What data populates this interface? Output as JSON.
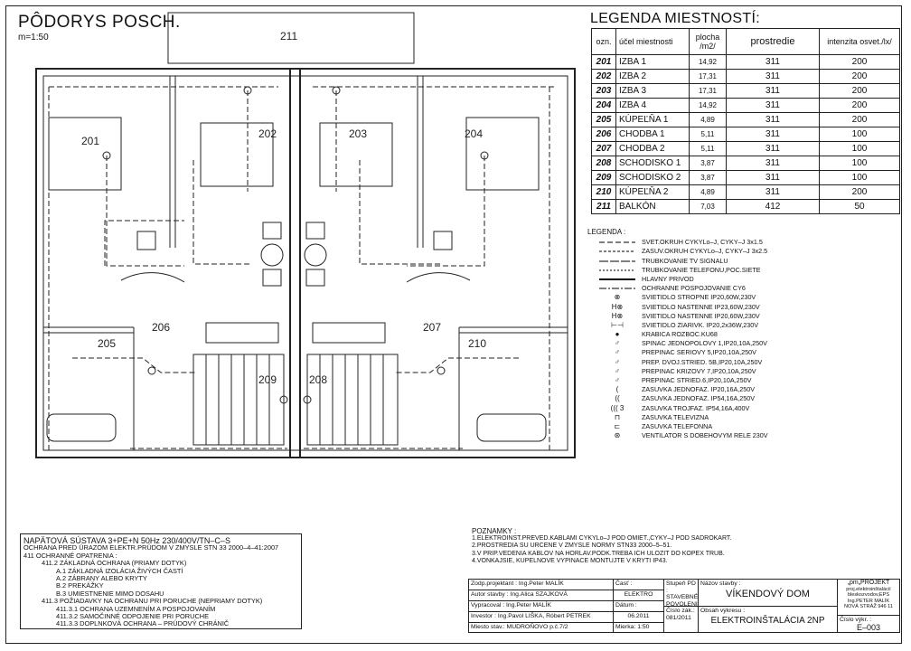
{
  "drawing": {
    "title": "PÔDORYS POSCH.",
    "scale": "m=1:50",
    "room_labels": [
      {
        "id": "211",
        "text": "211"
      },
      {
        "id": "201",
        "text": "201"
      },
      {
        "id": "202",
        "text": "202"
      },
      {
        "id": "203",
        "text": "203"
      },
      {
        "id": "204",
        "text": "204"
      },
      {
        "id": "205",
        "text": "205"
      },
      {
        "id": "206",
        "text": "206"
      },
      {
        "id": "207",
        "text": "207"
      },
      {
        "id": "208",
        "text": "208"
      },
      {
        "id": "209",
        "text": "209"
      },
      {
        "id": "210",
        "text": "210"
      }
    ]
  },
  "rooms_legend": {
    "title": "LEGENDA MIESTNOSTÍ:",
    "headers": [
      "ozn.",
      "účel miestnosti",
      "plocha /m2/",
      "prostredie",
      "intenzita osvet./lx/"
    ],
    "rows": [
      [
        "201",
        "IZBA 1",
        "14,92",
        "311",
        "200"
      ],
      [
        "202",
        "IZBA 2",
        "17,31",
        "311",
        "200"
      ],
      [
        "203",
        "IZBA 3",
        "17,31",
        "311",
        "200"
      ],
      [
        "204",
        "IZBA 4",
        "14,92",
        "311",
        "200"
      ],
      [
        "205",
        "KÚPEĽŇA 1",
        "4,89",
        "311",
        "200"
      ],
      [
        "206",
        "CHODBA 1",
        "5,11",
        "311",
        "100"
      ],
      [
        "207",
        "CHODBA 2",
        "5,11",
        "311",
        "100"
      ],
      [
        "208",
        "SCHODISKO 1",
        "3,87",
        "311",
        "100"
      ],
      [
        "209",
        "SCHODISKO 2",
        "3,87",
        "311",
        "100"
      ],
      [
        "210",
        "KÚPEĽŇA 2",
        "4,89",
        "311",
        "200"
      ],
      [
        "211",
        "BALKÓN",
        "7,03",
        "412",
        "50"
      ]
    ]
  },
  "symbol_legend": {
    "title": "LEGENDA :",
    "items": [
      {
        "sym": "line-dash",
        "text": "SVET.OKRUH CYKYLo–J, CYKY–J 3x1.5"
      },
      {
        "sym": "line-dash2",
        "text": "ZASUV.OKRUH CYKYLo–J, CYKY–J 3x2.5"
      },
      {
        "sym": "line-long",
        "text": "TRUBKOVANIE TV SIGNALU"
      },
      {
        "sym": "line-dot",
        "text": "TRUBKOVANIE TELEFONU,POC.SIETE"
      },
      {
        "sym": "line-solid",
        "text": "HLAVNY PRIVOD"
      },
      {
        "sym": "line-dashdot",
        "text": "OCHRANNE POSPOJOVANIE CY6"
      },
      {
        "sym": "⊗",
        "text": "SVIETIDLO STROPNE IP20,60W,230V"
      },
      {
        "sym": "H⊗",
        "text": "SVIETIDLO NASTENNE IP23,60W,230V"
      },
      {
        "sym": "H⊗",
        "text": "SVIETIDLO NASTENNE IP20,60W,230V"
      },
      {
        "sym": "⊢⊣",
        "text": "SVIETIDLO ZIARIVK. IP20,2x36W,230V"
      },
      {
        "sym": "●",
        "text": "KRABICA ROZBOC.KU68"
      },
      {
        "sym": "♂",
        "text": "SPINAC JEDNOPOLOVY 1,IP20,10A,250V"
      },
      {
        "sym": "♂",
        "text": "PREPINAC SERIOVY 5,IP20,10A,250V"
      },
      {
        "sym": "♂",
        "text": "PREP. DVOJ.STRIED. 5B,IP20,10A,250V"
      },
      {
        "sym": "♂",
        "text": "PREPINAC KRIZOVY 7,IP20,10A,250V"
      },
      {
        "sym": "♂",
        "text": "PREPINAC STRIED.6,IP20,10A,250V"
      },
      {
        "sym": "(",
        "text": "ZASUVKA JEDNOFAZ. IP20,16A,250V"
      },
      {
        "sym": "((",
        "text": "ZASUVKA JEDNOFAZ. IP54,16A,250V"
      },
      {
        "sym": "((( 3",
        "text": "ZASUVKA TROJFAZ. IP54,16A,400V"
      },
      {
        "sym": "⊓",
        "text": "ZASUVKA TELEVIZNA"
      },
      {
        "sym": "⊏",
        "text": "ZASUVKA TELEFONNA"
      },
      {
        "sym": "⊛",
        "text": "VENTILATOR S DOBEHOVYM RELE 230V"
      }
    ]
  },
  "notes": {
    "title": "POZNAMKY :",
    "lines": [
      "1.ELEKTROINST.PREVED.KABLAMI CYKYLo–J POD OMIET.,CYKY–J POD SADROKART.",
      "2.PROSTREDIA SU URCENE V ZMYSLE NORMY STN33 2000–5–51.",
      "3.V PRIP.VEDENIA KABLOV NA HORLAV.PODK.TREBA ICH ULOZIT DO KOPEX TRUB.",
      "4.VONKAJSIE, KUPELNOVE VYPINACE MONTUJTE V KRYTI IP43."
    ]
  },
  "protection": {
    "line1": "NAPÄTOVÁ SÚSTAVA 3+PE+N 50Hz 230/400V/TN–C–S",
    "lines": [
      "OCHRANA PRED ÚRAZOM ELEKTR.PRÚDOM V ZMYSLE STN 33 2000–4–41:2007",
      "411 OCHRANNÉ OPATRENIA :",
      "411.2 ZÁKLADNÁ OCHRANA (PRIAMY DOTYK)",
      "A.1 ZÁKLADNÁ IZOLÁCIA ŽIVÝCH ČASTÍ",
      "A.2 ZÁBRANY ALEBO KRYTY",
      "B.2 PREKÁŽKY",
      "B.3 UMIESTNENIE MIMO DOSAHU",
      "411.3 POŽIADAVKY NA OCHRANU PRI PORUCHE (NEPRIAMY DOTYK)",
      "411.3.1 OCHRANA UZEMNENÍM A POSPOJOVANÍM",
      "411.3.2 SAMOČINNÉ ODPOJENIE PRI PORUCHE",
      "411.3.3 DOPLNKOVÁ OCHRANA – PRÚDOVÝ CHRÁNIČ"
    ]
  },
  "title_block": {
    "zodp_label": "Zodp.projektant :",
    "zodp_value": "Ing.Peter MALÍK",
    "autor_label": "Autor stavby :",
    "autor_value": "Ing.Alica SZAJKOVÁ",
    "vypr_label": "Vypracoval :",
    "vypr_value": "Ing.Peter MALÍK",
    "inv_label": "Investor :",
    "inv_value": "Ing.Pavol LIŠKA, Róbert PETREK",
    "miesto_label": "Miesto stav.:",
    "miesto_value": "MUDROŇOVO p.č.7/2",
    "cast_label": "Časť :",
    "cast_value": "ELEKTRO",
    "datum_label": "Dátum :",
    "datum_value": "06.2011",
    "cislo_zak_label": "Číslo zák.:",
    "cislo_zak_value": "081/2011",
    "mierka_label": "Mierka:",
    "mierka_value": "1:50",
    "stupen_label": "Stupeň PD :",
    "stupen_value": "STAVEBNÉ POVOLENIE",
    "nazov_label": "Názov stavby :",
    "nazov_value": "VÍKENDOVÝ DOM",
    "obsah_label": "Obsah výkresu :",
    "obsah_value": "ELEKTROINŠTALÁCIA 2NP",
    "firm_line1": "„pm„PROJEKT",
    "firm_line2": "proj.elektroinštalácií",
    "firm_line3": "bleskozvodov,EPS",
    "firm_line4": "Ing.PETER MALÍK",
    "firm_line5": "NOVÁ STRÁŽ 946 11",
    "cislo_vykr_label": "Číslo výkr. :",
    "cislo_vykr_value": "E–003"
  }
}
